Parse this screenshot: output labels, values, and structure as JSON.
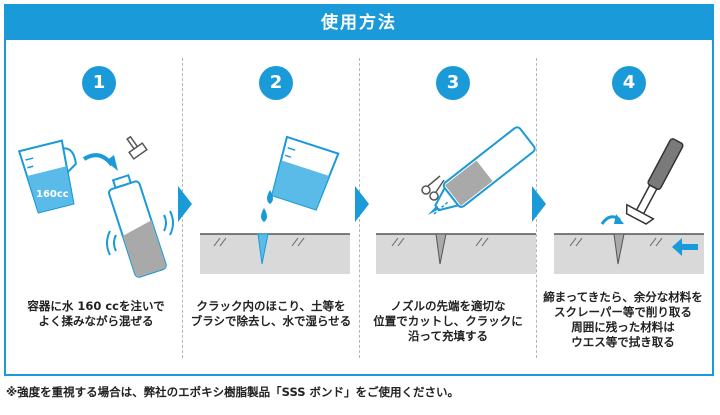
{
  "header": {
    "title": "使用方法"
  },
  "steps": [
    {
      "number": "1",
      "lines": [
        "容器に水 160 ccを注いで",
        "よく揉みながら混ぜる"
      ],
      "cup_label": "160cc"
    },
    {
      "number": "2",
      "lines": [
        "クラック内のほこり、土等を",
        "ブラシで除去し、水で湿らせる"
      ]
    },
    {
      "number": "3",
      "lines": [
        "ノズルの先端を適切な",
        "位置でカットし、クラックに",
        "沿って充填する"
      ]
    },
    {
      "number": "4",
      "lines": [
        "締まってきたら、余分な材料を",
        "スクレーパー等で削り取る",
        "周囲に残った材料は",
        "ウエス等で拭き取る"
      ]
    }
  ],
  "note": "※強度を重視する場合は、弊社のエポキシ樹脂製品「SSS ボンド」をご使用ください。",
  "colors": {
    "accent": "#1a9ad9",
    "water": "#5bbbe8",
    "ground": "#d9d9d9",
    "material": "#a9a9a9"
  }
}
